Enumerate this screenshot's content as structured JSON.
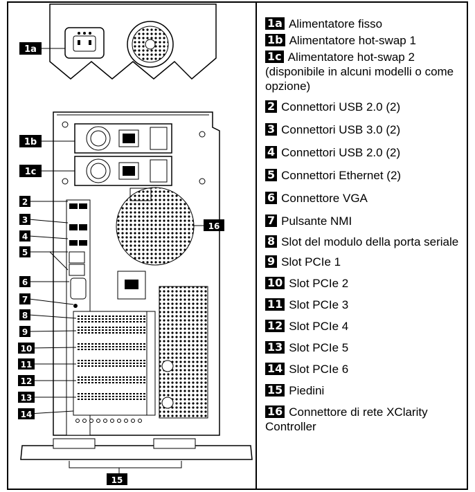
{
  "items": [
    {
      "id": "1a",
      "text": "Alimentatore fisso"
    },
    {
      "id": "1b",
      "text": "Alimentatore hot-swap 1"
    },
    {
      "id": "1c",
      "text": "Alimentatore hot-swap 2 (disponibile in alcuni modelli o come opzione)"
    },
    {
      "id": "2",
      "text": "Connettori USB 2.0 (2)"
    },
    {
      "id": "3",
      "text": "Connettori USB 3.0 (2)"
    },
    {
      "id": "4",
      "text": "Connettori USB 2.0 (2)"
    },
    {
      "id": "5",
      "text": "Connettori Ethernet (2)"
    },
    {
      "id": "6",
      "text": "Connettore VGA"
    },
    {
      "id": "7",
      "text": "Pulsante NMI"
    },
    {
      "id": "8",
      "text": "Slot del modulo della porta seriale"
    },
    {
      "id": "9",
      "text": "Slot PCIe 1"
    },
    {
      "id": "10",
      "text": "Slot PCIe 2"
    },
    {
      "id": "11",
      "text": "Slot PCIe 3"
    },
    {
      "id": "12",
      "text": "Slot PCIe 4"
    },
    {
      "id": "13",
      "text": "Slot PCIe 5"
    },
    {
      "id": "14",
      "text": "Slot PCIe 6"
    },
    {
      "id": "15",
      "text": "Piedini"
    },
    {
      "id": "16",
      "text": "Connettore di rete XClarity Controller"
    }
  ],
  "colors": {
    "border": "#000000",
    "badge_bg": "#000000",
    "badge_fg": "#ffffff"
  }
}
